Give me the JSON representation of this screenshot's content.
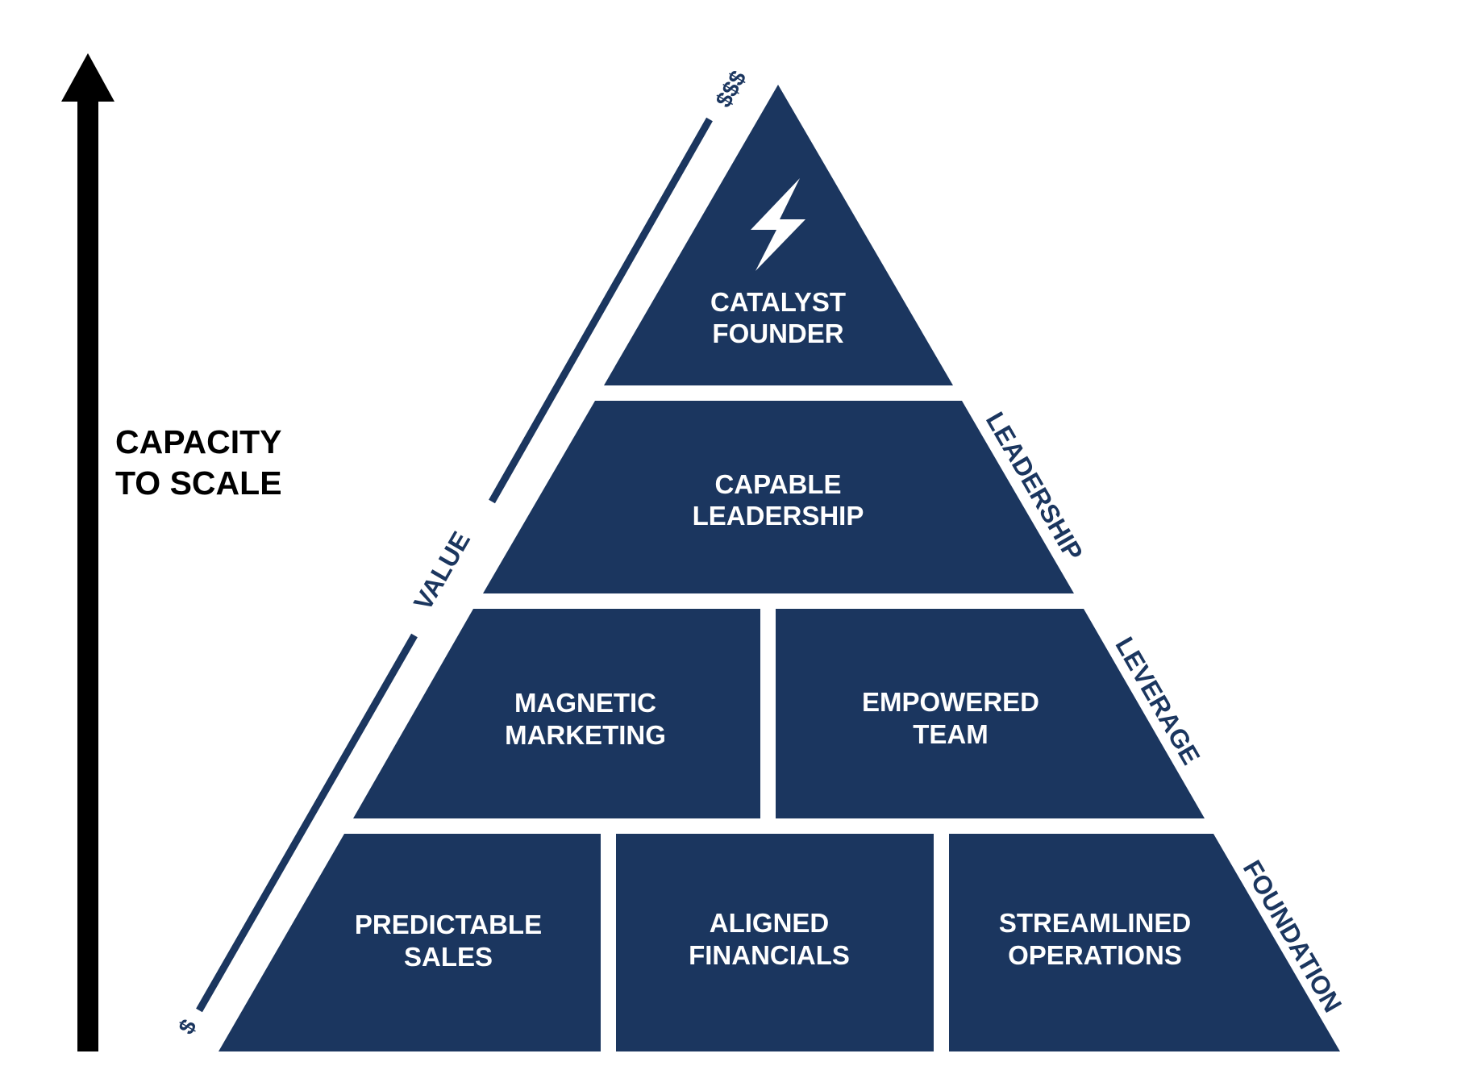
{
  "axis": {
    "label_line1": "CAPACITY",
    "label_line2": "TO SCALE"
  },
  "value_axis": {
    "label": "VALUE",
    "low_marker": "$",
    "high_marker": "$$$"
  },
  "side_labels": {
    "leadership": "LEADERSHIP",
    "leverage": "LEVERAGE",
    "foundation": "FOUNDATION"
  },
  "blocks": {
    "catalyst_founder": {
      "line1": "CATALYST",
      "line2": "FOUNDER",
      "icon": "lightning-bolt-icon"
    },
    "capable_leadership": {
      "line1": "CAPABLE",
      "line2": "LEADERSHIP"
    },
    "magnetic_marketing": {
      "line1": "MAGNETIC",
      "line2": "MARKETING"
    },
    "empowered_team": {
      "line1": "EMPOWERED",
      "line2": "TEAM"
    },
    "predictable_sales": {
      "line1": "PREDICTABLE",
      "line2": "SALES"
    },
    "aligned_financials": {
      "line1": "ALIGNED",
      "line2": "FINANCIALS"
    },
    "streamlined_operations": {
      "line1": "STREAMLINED",
      "line2": "OPERATIONS"
    }
  },
  "colors": {
    "block_fill": "#1b365f",
    "block_text": "#ffffff",
    "arrow": "#000000"
  }
}
